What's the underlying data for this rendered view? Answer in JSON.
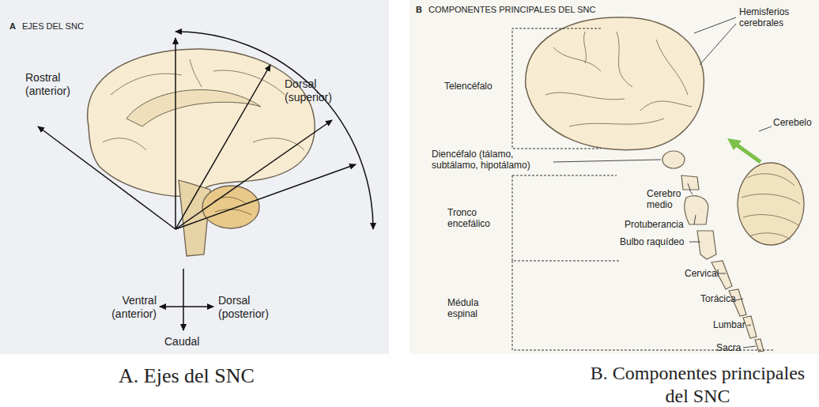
{
  "diagram": {
    "labels": [
      "A",
      "EJES DEL SNC",
      "Rostral (anterior)",
      "Dorsal (superior)",
      "Ventral (anterior)",
      "Dorsal (posterior)",
      "Caudal",
      "A. Ejes del SNC",
      "B",
      "COMPONENTES PRINCIPALES DEL SNC",
      "Hemisferios cerebrales",
      "Telencéfalo",
      "Cerebelo",
      "Diencéfalo (tálamo, subtálamo, hipotálamo)",
      "Cerebro medio",
      "Tronco encefálico",
      "Protuberancia",
      "Bulbo raquídeo",
      "Cervical",
      "Médula espinal",
      "Torácica",
      "Lumbar",
      "Sacra",
      "B. Componentes principales del SNC"
    ]
  }
}
